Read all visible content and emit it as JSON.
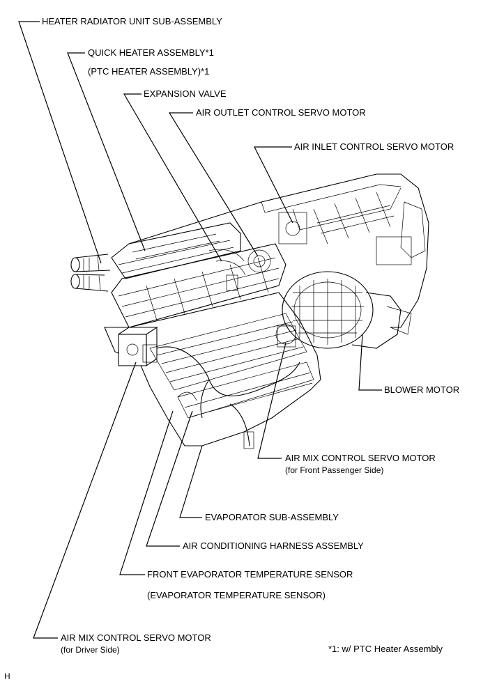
{
  "labels": {
    "heater_radiator": "HEATER RADIATOR UNIT SUB-ASSEMBLY",
    "quick_heater": "QUICK HEATER ASSEMBLY*1",
    "ptc_heater": "(PTC HEATER ASSEMBLY)*1",
    "expansion_valve": "EXPANSION VALVE",
    "air_outlet_servo": "AIR OUTLET CONTROL SERVO MOTOR",
    "air_inlet_servo": "AIR INLET CONTROL SERVO MOTOR",
    "blower_motor": "BLOWER MOTOR",
    "air_mix_passenger": "AIR MIX CONTROL SERVO MOTOR",
    "air_mix_passenger_sub": "(for Front Passenger Side)",
    "evaporator": "EVAPORATOR SUB-ASSEMBLY",
    "ac_harness": "AIR CONDITIONING HARNESS ASSEMBLY",
    "front_evap_sensor": "FRONT EVAPORATOR TEMPERATURE SENSOR",
    "evap_sensor": "(EVAPORATOR TEMPERATURE SENSOR)",
    "air_mix_driver": "AIR MIX CONTROL SERVO MOTOR",
    "air_mix_driver_sub": "(for Driver Side)",
    "footnote": "*1: w/ PTC Heater Assembly",
    "corner_code": "H"
  }
}
